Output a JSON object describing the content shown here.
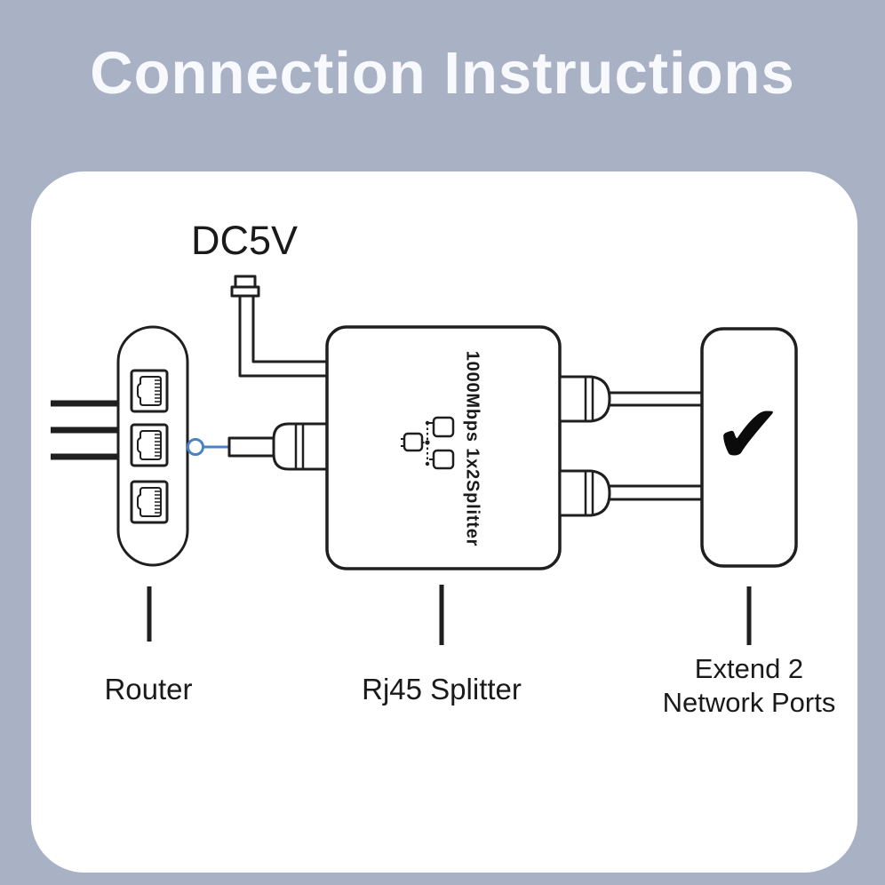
{
  "title": "Connection Instructions",
  "colors": {
    "background": "#a9b2c5",
    "card": "#ffffff",
    "title_text": "#f8f9fc",
    "line": "#1f1f1f",
    "label_text": "#1a1a1a",
    "accent_blue": "#4a82c6",
    "check": "#0b0b0b"
  },
  "labels": {
    "power": "DC5V",
    "splitter_print": "1000Mbps 1x2Splitter",
    "router": "Router",
    "splitter": "Rj45 Splitter",
    "extend_line1": "Extend 2",
    "extend_line2": "Network Ports"
  },
  "icons": {
    "check": "✔"
  }
}
